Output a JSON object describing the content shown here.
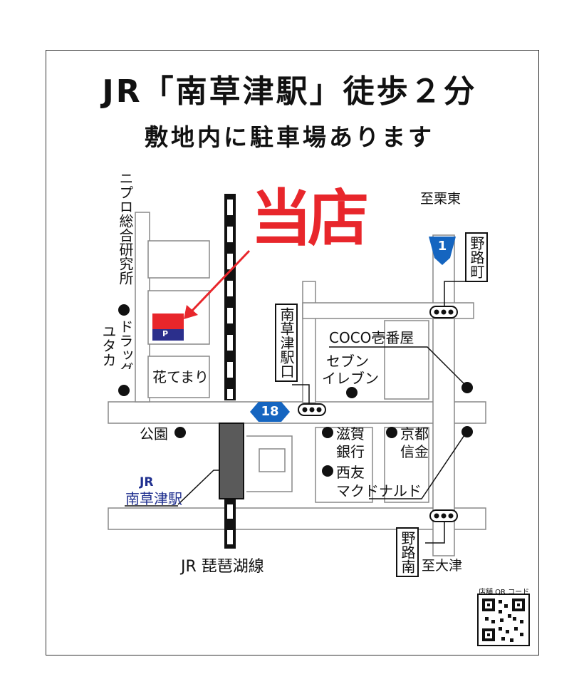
{
  "header": {
    "title": "JR「南草津駅」徒歩２分",
    "subtitle": "敷地内に駐車場あります"
  },
  "map": {
    "shop_label": "当店",
    "parking_letter": "P",
    "routes": {
      "national": "1",
      "prefectural": "18"
    },
    "station": {
      "line_prefix": "JR",
      "name": "南草津駅",
      "railway": "JR 琵琶湖線"
    },
    "directions": {
      "north": "至栗東",
      "south": "至大津"
    },
    "signals": {
      "north": "野路町",
      "station_exit": "南草津駅口",
      "south": "野路南"
    },
    "landmarks": {
      "nipro": "ニプロ総合研究所",
      "drugstore": "ドラッグユタカ",
      "hanatemari": "花てまり",
      "park": "公園",
      "coco": "COCO壱番屋",
      "seven_line1": "セブン",
      "seven_line2": "イレブン",
      "shiga_line1": "滋賀",
      "shiga_line2": "銀行",
      "kyoto_line1": "京都",
      "kyoto_line2": "信金",
      "nishitomo": "西友",
      "mcdonalds": "マクドナルド"
    }
  },
  "qr": {
    "caption": "店舗 QR コード"
  },
  "colors": {
    "accent_red": "#e8262b",
    "hex_blue": "#1565c0",
    "parking_blue": "#2b2f8c"
  }
}
